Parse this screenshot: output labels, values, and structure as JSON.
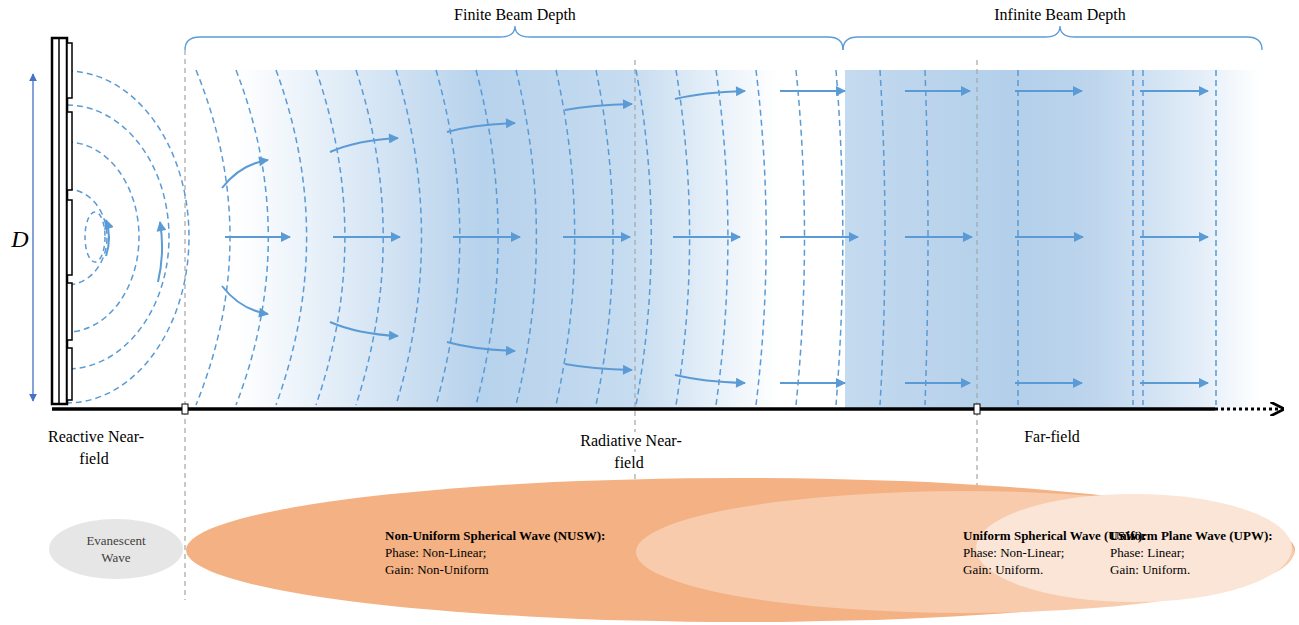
{
  "diagram": {
    "nodes": [
      {
        "text": [
          "Evanescent Wave"
        ]
      },
      {
        "text": [
          "Non-Uniform Spherical Wave (NUSW):",
          "Phase: Non-Linear;",
          "Gain: Non-Uniform"
        ]
      },
      {
        "text": [
          "Uniform Spherical Wave (USW):",
          "Phase: Non-Linear;",
          "Gain: Uniform."
        ],
        "in": 1
      },
      {
        "text": [
          "Uniform Plane Wave (UPW):",
          "Phase: Linear;",
          "Gain: Uniform."
        ],
        "in": 2
      }
    ],
    "labels": [
      "Finite Beam Depth",
      "Infinite Beam Depth",
      "D",
      "Reactive Near-field",
      "Radiative Near-field",
      "Far-field"
    ]
  }
}
